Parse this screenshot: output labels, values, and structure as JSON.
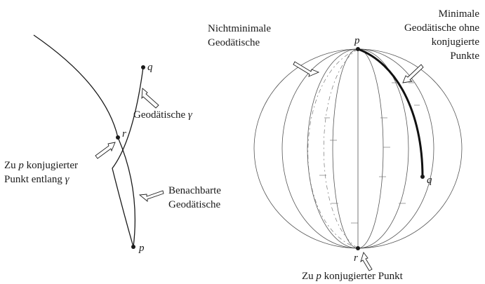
{
  "left": {
    "points": {
      "q": "q",
      "r": "r",
      "p": "p"
    },
    "geodesic_label_prefix": "Geodätische ",
    "gamma": "γ",
    "conjugate_line1_prefix": "Zu ",
    "conjugate_line1_p": "p",
    "conjugate_line1_suffix": " konjugierter",
    "conjugate_line2_prefix": "Punkt entlang ",
    "conjugate_line2_gamma": "γ",
    "neighbour_line1": "Benachbarte",
    "neighbour_line2": "Geodätische"
  },
  "right": {
    "points": {
      "p": "p",
      "q": "q",
      "r": "r"
    },
    "nonminimal_line1": "Nichtminimale",
    "nonminimal_line2": "Geodätische",
    "minimal_line1": "Minimale",
    "minimal_line2": "Geodätische ohne",
    "minimal_line3": "konjugierte",
    "minimal_line4": "Punkte",
    "bottom_prefix": "Zu ",
    "bottom_p": "p",
    "bottom_suffix": " konjugierter Punkt"
  }
}
